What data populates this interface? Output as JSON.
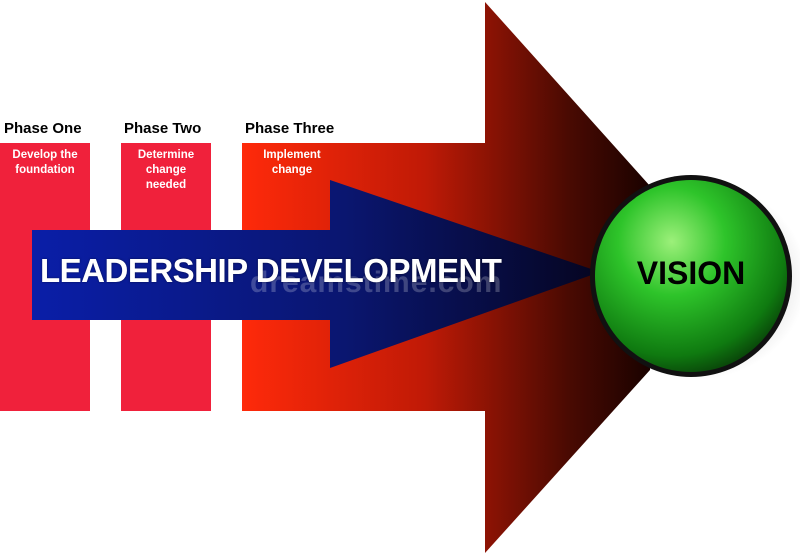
{
  "phases": [
    {
      "title": "Phase One",
      "description": [
        "Develop the",
        "foundation"
      ]
    },
    {
      "title": "Phase Two",
      "description": [
        "Determine",
        "change",
        "needed"
      ]
    },
    {
      "title": "Phase Three",
      "description": [
        "Implement",
        "change"
      ]
    }
  ],
  "main_arrow": {
    "label": "LEADERSHIP DEVELOPMENT"
  },
  "goal": {
    "label": "VISION"
  },
  "watermark": {
    "text": "dreamstime.com"
  },
  "colors": {
    "phase_red": "#f0213b",
    "phase_three_red": "#f23a10",
    "big_arrow_dark": "#3a0600",
    "blue_arrow": "#0a1ea8",
    "blue_arrow_dark": "#0a0a3a",
    "vision_green": "#1fb81b"
  }
}
